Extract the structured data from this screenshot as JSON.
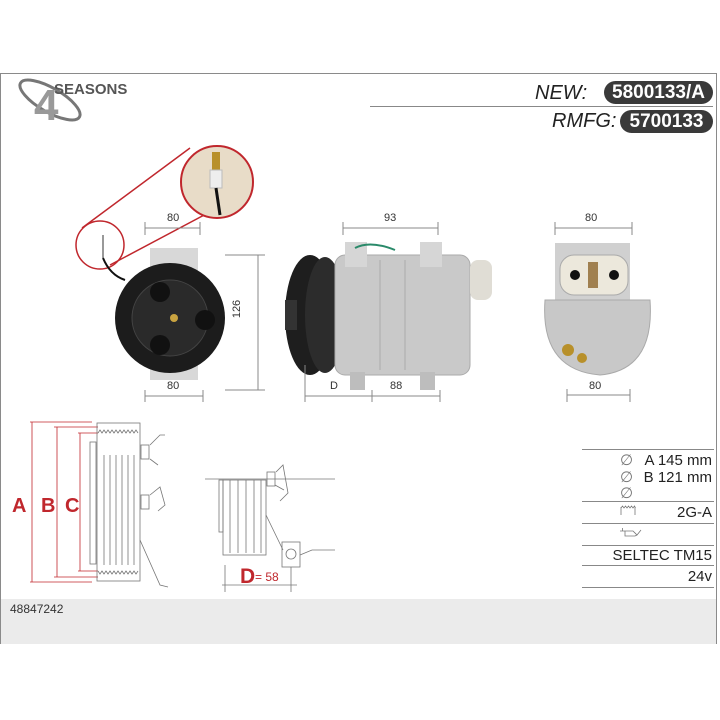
{
  "brand": {
    "logo_text": "SEASONS",
    "logo_numeral": "4"
  },
  "header": {
    "new_label": "NEW:",
    "new_code": "5800133/A",
    "rmfg_label": "RMFG:",
    "rmfg_code": "5700133"
  },
  "views": {
    "front": {
      "width_top": "80",
      "width_bottom": "80",
      "height": "126"
    },
    "side": {
      "width_top": "93",
      "offset_label": "D",
      "width_bottom": "88"
    },
    "rear": {
      "width_top": "80",
      "width_bottom": "80"
    }
  },
  "diagram": {
    "labels": [
      "A",
      "B",
      "C"
    ],
    "d_label": "D",
    "d_value": "= 58"
  },
  "specs": {
    "diameter_a": "A 145 mm",
    "diameter_b": "B 121 mm",
    "diameter_c": "",
    "pulley": "2G-A",
    "oil": "",
    "model": "SELTEC TM15",
    "voltage": "24v"
  },
  "footer": {
    "reference": "48847242"
  },
  "colors": {
    "accent_red": "#c0272d",
    "pill": "#3a3a3a",
    "footer_bg": "#ebebeb"
  }
}
